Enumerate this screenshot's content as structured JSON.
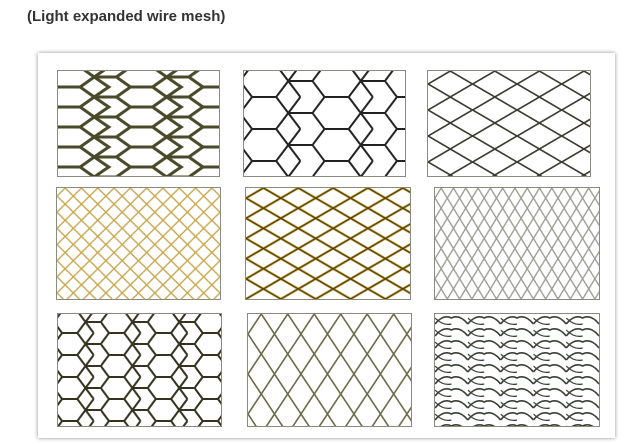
{
  "title": "(Light expanded wire mesh)",
  "grid": {
    "tiles": [
      {
        "label": "hexagonal-expanded-mesh-tight",
        "color": "#4a4a2a"
      },
      {
        "label": "large-hexagonal-expanded-mesh",
        "color": "#222222"
      },
      {
        "label": "diamond-expanded-mesh-dark",
        "color": "#3a3a30"
      },
      {
        "label": "small-diamond-mesh-brass",
        "color": "#c8a850"
      },
      {
        "label": "diamond-mesh-gold",
        "color": "#b08a20"
      },
      {
        "label": "small-diamond-mesh-silver",
        "color": "#9a9a90"
      },
      {
        "label": "hexagonal-mesh-medium",
        "color": "#33331f"
      },
      {
        "label": "long-diamond-mesh-olive",
        "color": "#6a6a48"
      },
      {
        "label": "herringbone-weave-mesh",
        "color": "#3a3f35"
      }
    ]
  }
}
